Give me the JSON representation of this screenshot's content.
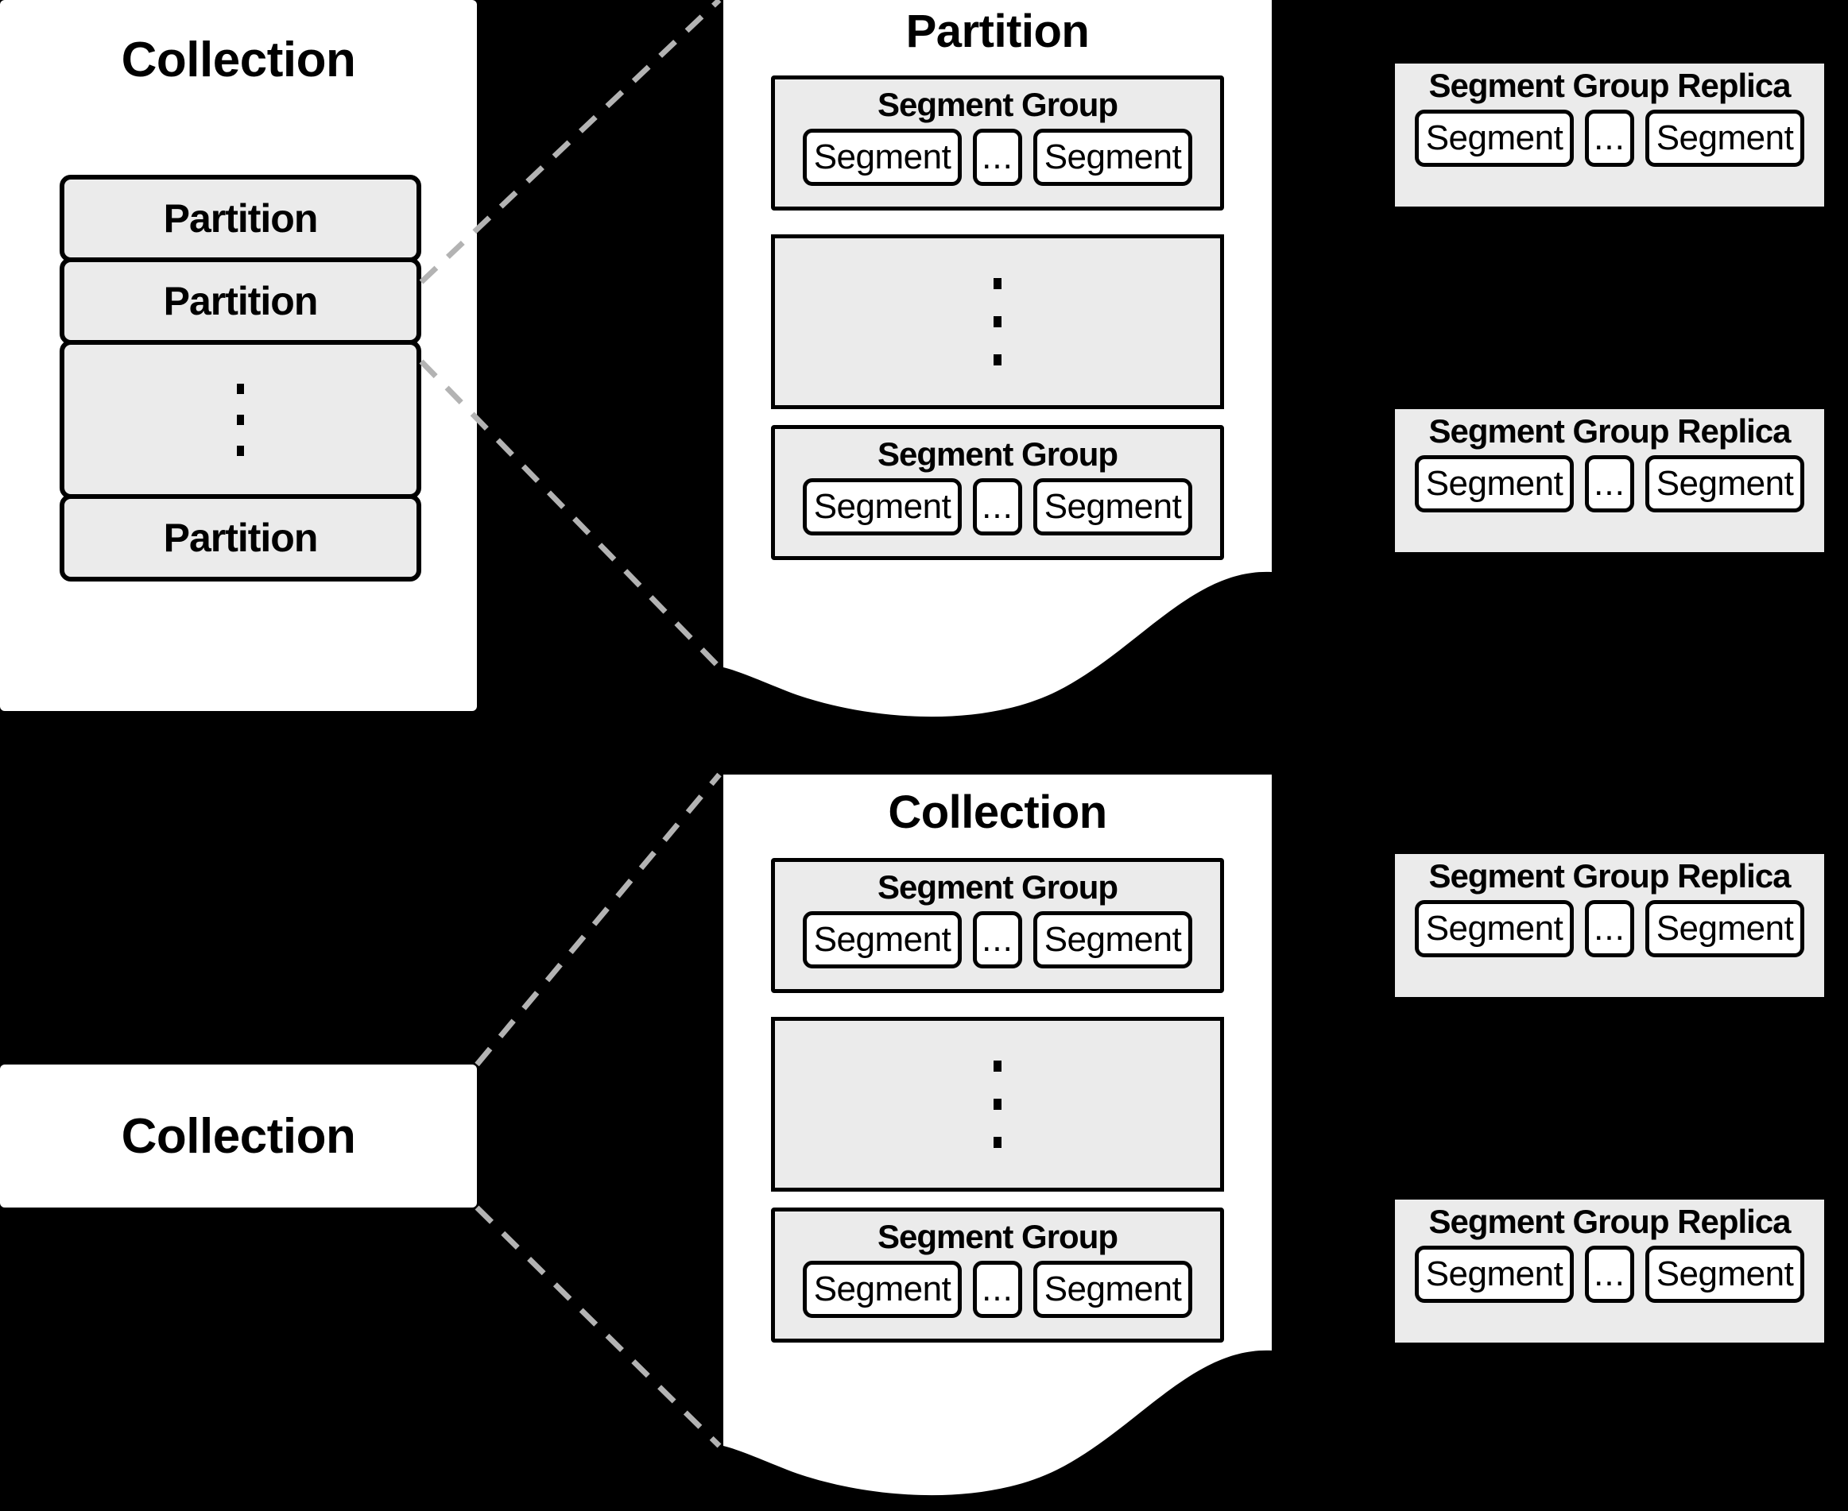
{
  "diagram": {
    "background_color": "#000000",
    "panel_color": "#ffffff",
    "fill_color": "#ebebeb",
    "stroke_color": "#000000",
    "connector_color": "#b3b3b3",
    "connector_style": "dashed"
  },
  "left_collection": {
    "title": "Collection",
    "partitions": [
      {
        "label": "Partition",
        "kind": "item"
      },
      {
        "label": "Partition",
        "kind": "item"
      },
      {
        "label": "",
        "kind": "ellipsis"
      },
      {
        "label": "Partition",
        "kind": "item"
      }
    ]
  },
  "partition_panel": {
    "title": "Partition",
    "segment_groups": [
      {
        "title": "Segment Group",
        "segments": [
          "Segment",
          "...",
          "Segment"
        ]
      },
      {
        "title": "Segment Group",
        "segments": [
          "Segment",
          "...",
          "Segment"
        ]
      }
    ],
    "ellipsis": "⋮"
  },
  "partition_replicas": [
    {
      "title": "Segment Group Replica",
      "segments": [
        "Segment",
        "...",
        "Segment"
      ]
    },
    {
      "title": "Segment Group Replica",
      "segments": [
        "Segment",
        "...",
        "Segment"
      ]
    }
  ],
  "bottom_collection_card": {
    "title": "Collection"
  },
  "collection_panel": {
    "title": "Collection",
    "segment_groups": [
      {
        "title": "Segment Group",
        "segments": [
          "Segment",
          "...",
          "Segment"
        ]
      },
      {
        "title": "Segment Group",
        "segments": [
          "Segment",
          "...",
          "Segment"
        ]
      }
    ],
    "ellipsis": "⋮"
  },
  "collection_replicas": [
    {
      "title": "Segment Group Replica",
      "segments": [
        "Segment",
        "...",
        "Segment"
      ]
    },
    {
      "title": "Segment Group Replica",
      "segments": [
        "Segment",
        "...",
        "Segment"
      ]
    }
  ]
}
